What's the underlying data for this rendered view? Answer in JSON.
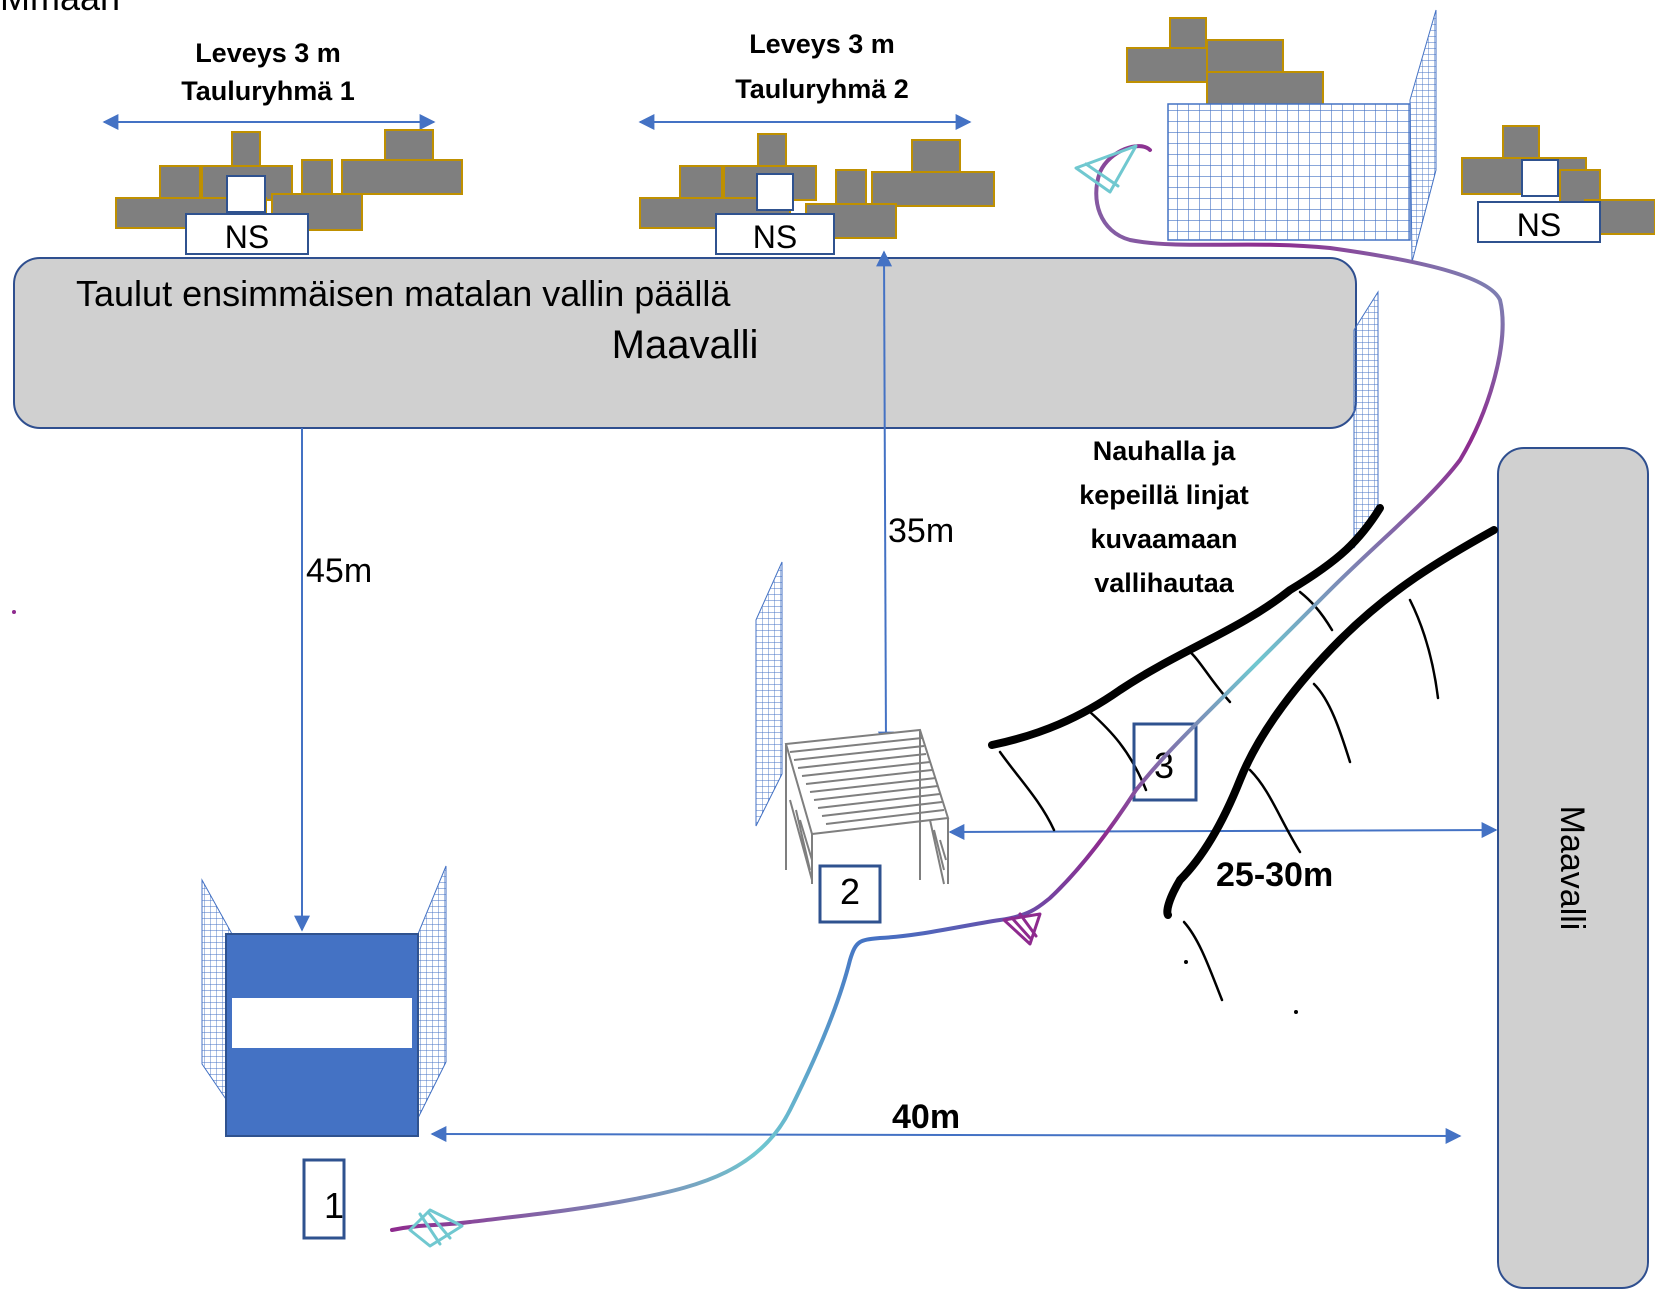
{
  "top_fragment": "Mmaan",
  "target_groups": [
    {
      "width_label": "Leveys 3 m",
      "group_label": "Tauluryhmä 1",
      "stand_label": "NS"
    },
    {
      "width_label": "Leveys 3 m",
      "group_label": "Tauluryhmä 2",
      "stand_label": "NS"
    },
    {
      "stand_label": "NS"
    }
  ],
  "main_berm": {
    "caption": "Taulut ensimmäisen matalan vallin päällä",
    "title": "Maavalli"
  },
  "side_berm": {
    "title": "Maavalli"
  },
  "distances": {
    "d1": "45m",
    "d2": "35m",
    "d3": "25-30m",
    "d4": "40m"
  },
  "trench_note": [
    "Nauhalla ja",
    "kepeillä linjat",
    "kuvaamaan",
    "vallihautaa"
  ],
  "stations": [
    "1",
    "2",
    "3"
  ],
  "colors": {
    "arrow": "#4472c4",
    "target_fill": "#7f7f7f",
    "target_border": "#bf9000",
    "berm_fill": "#d0d0d0",
    "berm_border": "#2f4f8f",
    "station1_fill": "#4472c4",
    "station_box_border": "#2f528f",
    "mesh": "#4472c4",
    "ink": "#000000",
    "route_start": "#70c8d0",
    "route_mid": "#8e2a8e",
    "route_end": "#4472c4"
  }
}
